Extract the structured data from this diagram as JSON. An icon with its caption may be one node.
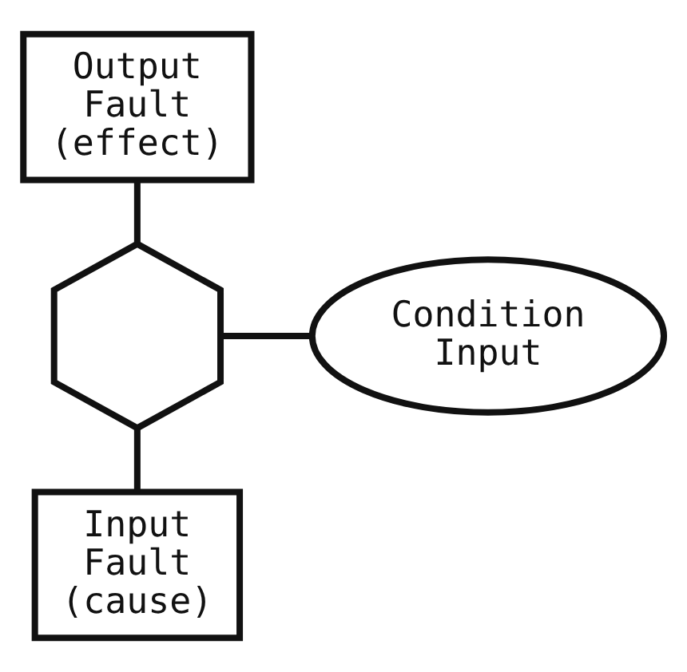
{
  "diagram": {
    "nodes": [
      {
        "text": [
          "Output Fault (effect)"
        ]
      },
      {
        "text": [],
        "shape": "hexagon"
      },
      {
        "text": [
          "Condition Input"
        ]
      },
      {
        "text": [
          "Input Fault (cause)"
        ]
      }
    ],
    "edges": [
      {
        "from": 0,
        "to": 1,
        "arrow": "none"
      },
      {
        "from": 1,
        "to": 2,
        "arrow": "none"
      },
      {
        "from": 1,
        "to": 3,
        "arrow": "none"
      }
    ]
  }
}
